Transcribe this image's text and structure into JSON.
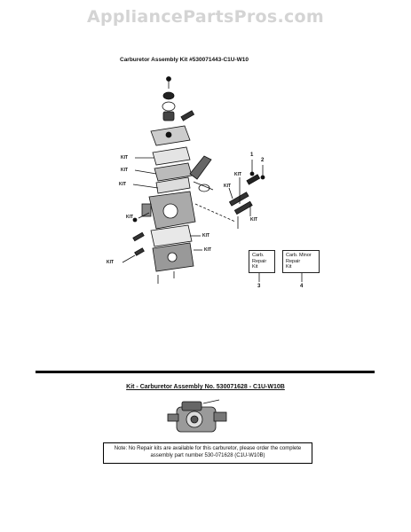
{
  "watermark": "AppliancePartsPros.com",
  "diagram": {
    "title": "Carburetor Assembly Kit #530071443-C1U-W10",
    "kit_labels": [
      "KIT",
      "KIT",
      "KIT",
      "KIT",
      "KIT",
      "KIT",
      "KIT",
      "KIT",
      "KIT",
      "KIT"
    ],
    "callout_numbers": [
      "1",
      "2",
      "3",
      "4"
    ],
    "carb_repair_kit": [
      "Carb.",
      "Repair",
      "Kit"
    ],
    "carb_minor_repair_kit": [
      "Carb. Minor",
      "Repair",
      "Kit"
    ]
  },
  "kit_section": {
    "heading": "Kit - Carburetor Assembly No. 530071628 - C1U-W10B",
    "note": "Note: No Repair kits are available for this carburetor, please order the complete assembly part number 530-071628 (C1U-W10B)"
  }
}
